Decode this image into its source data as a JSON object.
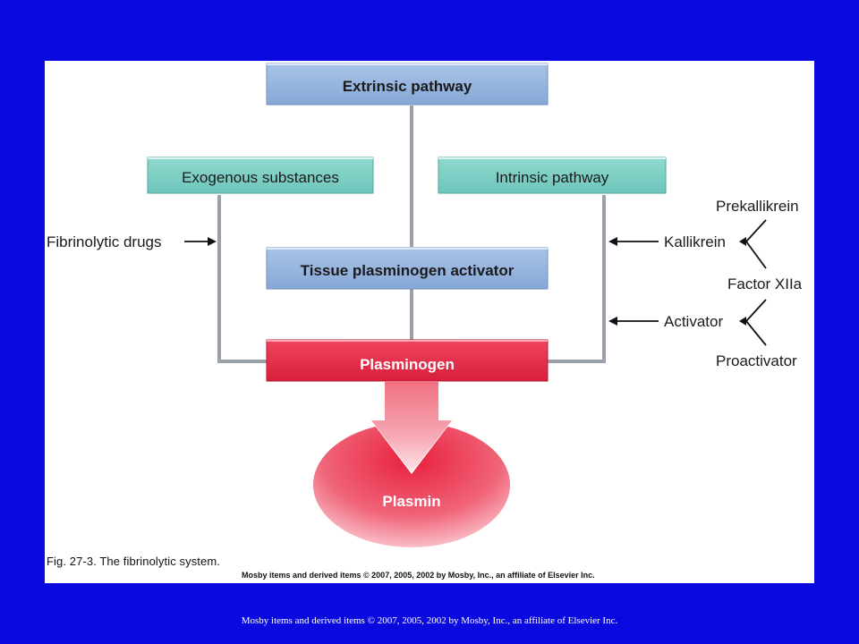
{
  "diagram": {
    "nodes": {
      "extrinsic": "Extrinsic pathway",
      "exogenous": "Exogenous substances",
      "intrinsic": "Intrinsic pathway",
      "tpa": "Tissue plasminogen activator",
      "plasminogen": "Plasminogen",
      "plasmin": "Plasmin"
    },
    "side_labels": {
      "fibrinolytic_drugs": "Fibrinolytic drugs",
      "prekallikrein": "Prekallikrein",
      "kallikrein": "Kallikrein",
      "factor_xiia": "Factor XIIa",
      "activator": "Activator",
      "proactivator": "Proactivator"
    },
    "colors": {
      "blue_box": "#8fb0dc",
      "teal_box": "#7ccfc6",
      "red_box": "#e8304c",
      "connector": "#9aa1a8"
    }
  },
  "caption": "Fig. 27-3. The fibrinolytic system.",
  "figure_copyright": "Mosby items and derived items © 2007, 2005, 2002 by Mosby, Inc., an affiliate of Elsevier Inc.",
  "footer_copyright": "Mosby items and derived items © 2007, 2005, 2002 by Mosby, Inc., an affiliate of Elsevier Inc."
}
